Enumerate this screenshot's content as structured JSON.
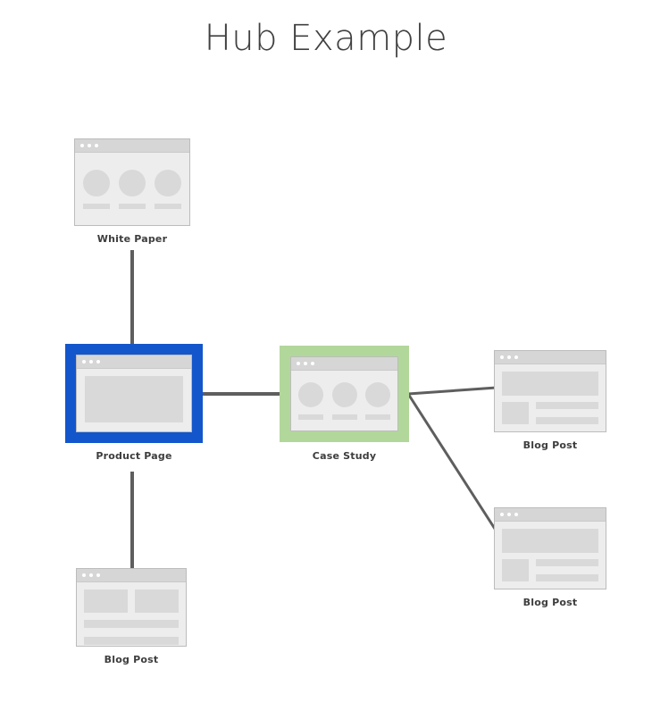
{
  "diagram": {
    "title": "Hub Example",
    "background_color": "#ffffff",
    "title_color": "#404040",
    "connector_color": "#5e5e5e",
    "label_color": "#3d3d3d",
    "accent_blue": "#1356cc",
    "accent_green": "#b2d79b",
    "card_fill": "#ededed",
    "card_border": "#bcbcbc",
    "shape_fill": "#d9d9d9",
    "titlebar_fill": "#d6d6d6"
  },
  "nodes": [
    {
      "id": "white-paper",
      "label": "White Paper",
      "layout": "circles",
      "highlight": "none"
    },
    {
      "id": "product-page",
      "label": "Product Page",
      "layout": "block",
      "highlight": "blue"
    },
    {
      "id": "case-study",
      "label": "Case Study",
      "layout": "circles",
      "highlight": "green"
    },
    {
      "id": "blog-post-right",
      "label": "Blog Post",
      "layout": "hero",
      "highlight": "none"
    },
    {
      "id": "blog-post-bottom-right",
      "label": "Blog Post",
      "layout": "hero",
      "highlight": "none"
    },
    {
      "id": "blog-post-bottom-left",
      "label": "Blog Post",
      "layout": "split",
      "highlight": "none"
    }
  ],
  "connections": [
    {
      "from": "white-paper",
      "to": "product-page"
    },
    {
      "from": "product-page",
      "to": "case-study"
    },
    {
      "from": "product-page",
      "to": "blog-post-bottom-left"
    },
    {
      "from": "case-study",
      "to": "blog-post-right"
    },
    {
      "from": "case-study",
      "to": "blog-post-bottom-right"
    }
  ]
}
